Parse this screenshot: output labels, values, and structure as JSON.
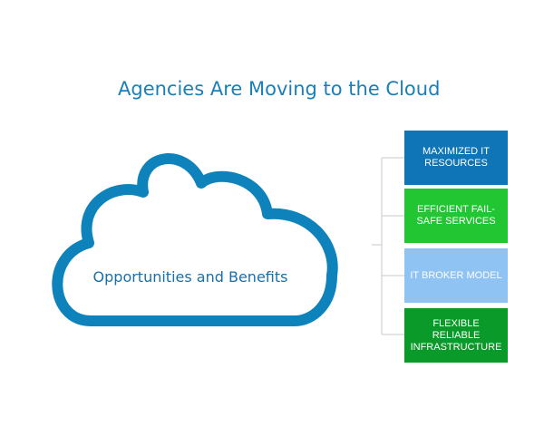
{
  "title": "Agencies Are Moving to the Cloud",
  "cloud": {
    "label": "Opportunities and Benefits",
    "stroke_color": "#0e82bb"
  },
  "connector_color": "#c8c8c8",
  "boxes": [
    {
      "label": "MAXIMIZED IT RESOURCES",
      "color": "#0f75b6"
    },
    {
      "label": "EFFICIENT FAIL-SAFE SERVICES",
      "color": "#22c532"
    },
    {
      "label": "IT BROKER MODEL",
      "color": "#8ec3f4"
    },
    {
      "label": "FLEXIBLE RELIABLE INFRASTRUCTURE",
      "color": "#0a9a2a"
    }
  ]
}
